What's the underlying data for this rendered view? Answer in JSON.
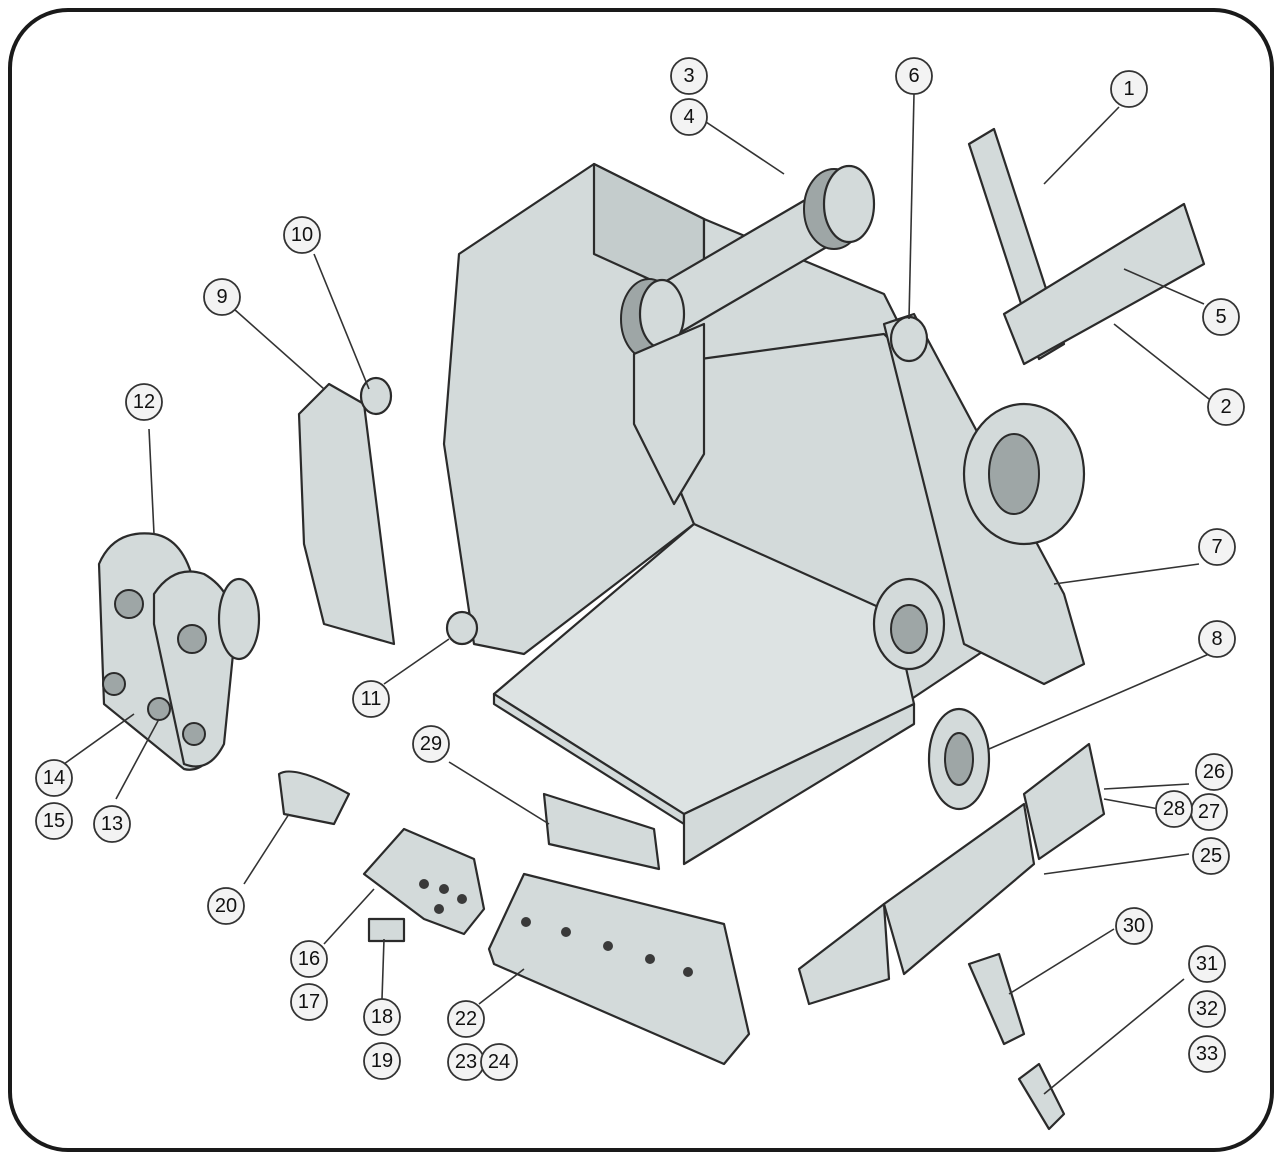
{
  "figure": {
    "title": "",
    "colors": {
      "frame": "#1a1a1a",
      "part_fill": "#d3dada",
      "outline": "#2b2b2b",
      "callout_fill": "#f3f3f3"
    },
    "callouts": [
      {
        "id": "c1",
        "label": "1"
      },
      {
        "id": "c2",
        "label": "2"
      },
      {
        "id": "c3",
        "label": "3"
      },
      {
        "id": "c4",
        "label": "4"
      },
      {
        "id": "c5",
        "label": "5"
      },
      {
        "id": "c6",
        "label": "6"
      },
      {
        "id": "c7",
        "label": "7"
      },
      {
        "id": "c8",
        "label": "8"
      },
      {
        "id": "c9",
        "label": "9"
      },
      {
        "id": "c10",
        "label": "10"
      },
      {
        "id": "c11",
        "label": "11"
      },
      {
        "id": "c12",
        "label": "12"
      },
      {
        "id": "c13",
        "label": "13"
      },
      {
        "id": "c14",
        "label": "14"
      },
      {
        "id": "c15",
        "label": "15"
      },
      {
        "id": "c16",
        "label": "16"
      },
      {
        "id": "c17",
        "label": "17"
      },
      {
        "id": "c18",
        "label": "18"
      },
      {
        "id": "c19",
        "label": "19"
      },
      {
        "id": "c20",
        "label": "20"
      },
      {
        "id": "c22",
        "label": "22"
      },
      {
        "id": "c23",
        "label": "23"
      },
      {
        "id": "c24",
        "label": "24"
      },
      {
        "id": "c25",
        "label": "25"
      },
      {
        "id": "c26",
        "label": "26"
      },
      {
        "id": "c27",
        "label": "27"
      },
      {
        "id": "c28",
        "label": "28"
      },
      {
        "id": "c29",
        "label": "29"
      },
      {
        "id": "c30",
        "label": "30"
      },
      {
        "id": "c31",
        "label": "31"
      },
      {
        "id": "c32",
        "label": "32"
      },
      {
        "id": "c33",
        "label": "33"
      }
    ]
  }
}
